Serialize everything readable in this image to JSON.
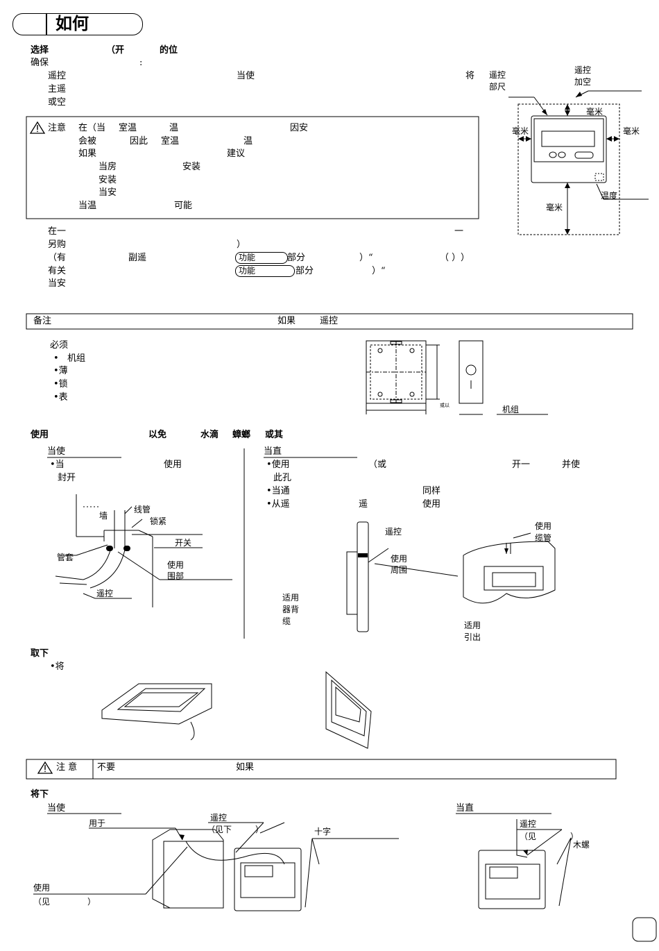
{
  "header": {
    "title": "如何"
  },
  "sec1": {
    "heading": [
      "选择",
      "（开",
      "的位"
    ],
    "confirm": "确保",
    "colon": ":",
    "lines": [
      {
        "a": "遥控",
        "b": "当使",
        "c": "将"
      },
      {
        "a": "主遥"
      },
      {
        "a": "或空"
      }
    ]
  },
  "fig1": {
    "label_tl": [
      "遥控",
      "部尺"
    ],
    "label_tr": [
      "遥控",
      "加空"
    ],
    "mm_top": "毫米",
    "mm_left": "毫米",
    "mm_right": "毫米",
    "mm_bottom": "毫米",
    "temp": "温度"
  },
  "caution1": {
    "label": "注意",
    "lines": [
      [
        "在（当",
        "室温",
        "温",
        "因安"
      ],
      [
        "会被",
        "因此",
        "室温",
        "温"
      ],
      [
        "如果",
        "建议"
      ],
      [
        "当房",
        "安装"
      ],
      [
        "安装"
      ],
      [
        "当安"
      ],
      [
        "当温",
        "可能"
      ]
    ]
  },
  "para2": {
    "l1": {
      "a": "在一",
      "b": "一"
    },
    "l2": {
      "a": "另购",
      "b": "）"
    },
    "l3": {
      "a": "（有",
      "b": "副遥",
      "pill": "功能",
      "c": "部分",
      "d": "）“",
      "e": "（ ）",
      "f": "）"
    },
    "l4": {
      "a": "有关",
      "pill": "功能",
      "c": "部分",
      "d": "）“"
    },
    "l5": {
      "a": "当安"
    }
  },
  "note": {
    "label": "备注",
    "mid": "如果",
    "right": "遥控"
  },
  "sec3": {
    "must": "必须",
    "bullets": [
      "机组",
      "薄",
      "锁",
      "表"
    ],
    "dim_label": "机组",
    "dim_small": "或以"
  },
  "sec4": {
    "heading": [
      "使用",
      "以免",
      "水滴",
      "蟑螂",
      "或其"
    ],
    "left": {
      "title": "当使",
      "b1": "当",
      "b1b": "使用",
      "b1c": "封开",
      "labels": {
        "wall": "墙",
        "conduit": "线管",
        "locknut": "锁紧",
        "switch": "开关",
        "sleeve": "管套",
        "use": "使用",
        "around": "围部",
        "remote": "遥控"
      }
    },
    "right": {
      "title": "当直",
      "b1": "使用",
      "b1b": "（或",
      "b1c": "开一",
      "b1d": "并使",
      "b1e": "此孔",
      "b2": "当通",
      "b2b": "同样",
      "b3": "从遥",
      "b3b": "遥",
      "b3c": "使用",
      "labels": {
        "remote": "遥控",
        "use": "使用",
        "around": "周围",
        "apply1": "适用",
        "apply2": "器背",
        "apply3": "缆",
        "useCable1": "使用",
        "useCable2": "缆管",
        "applyOut1": "适用",
        "applyOut2": "引出"
      }
    }
  },
  "sec5": {
    "heading": "取下",
    "bullet": "将"
  },
  "caution2": {
    "label": "注 意",
    "text": "不要",
    "text2": "如果"
  },
  "sec6": {
    "heading": "将下",
    "left_title": "当使",
    "right_title": "当直",
    "labels": {
      "usedFor": "用于",
      "remote": "遥控",
      "seeBelow": "（见下",
      "paren": "）",
      "cross": "十字",
      "use": "使用",
      "see": "（见",
      "paren2": "）",
      "remote2": "遥控",
      "see2": "（见",
      "paren3": "）",
      "woodScrew": "木螺"
    }
  }
}
